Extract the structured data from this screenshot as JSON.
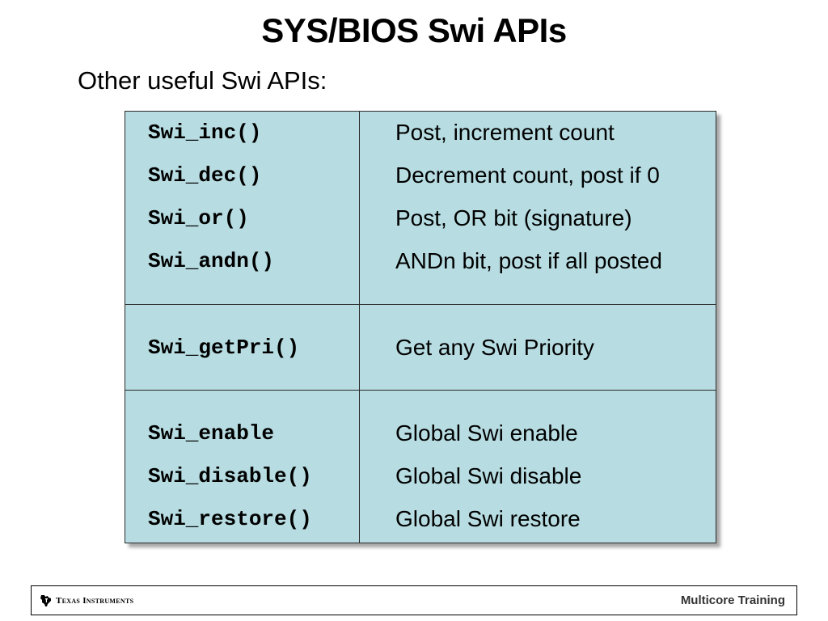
{
  "slide": {
    "title": "SYS/BIOS Swi APIs",
    "subtitle": "Other useful Swi APIs:"
  },
  "api_table": {
    "groups": [
      {
        "rows": [
          {
            "name": "Swi_inc()",
            "description": "Post, increment count"
          },
          {
            "name": "Swi_dec()",
            "description": "Decrement count, post if 0"
          },
          {
            "name": "Swi_or()",
            "description": "Post, OR bit (signature)"
          },
          {
            "name": "Swi_andn()",
            "description": "ANDn bit, post if all posted"
          }
        ]
      },
      {
        "rows": [
          {
            "name": "Swi_getPri()",
            "description": "Get any Swi Priority"
          }
        ]
      },
      {
        "rows": [
          {
            "name": "Swi_enable",
            "description": "Global Swi enable"
          },
          {
            "name": "Swi_disable()",
            "description": "Global Swi disable"
          },
          {
            "name": "Swi_restore()",
            "description": "Global Swi restore"
          }
        ]
      }
    ],
    "background_color": "#b7dde2"
  },
  "footer": {
    "logo_text": "Texas Instruments",
    "logo_icon": "texas-instruments-logo-icon",
    "right_text": "Multicore Training"
  }
}
